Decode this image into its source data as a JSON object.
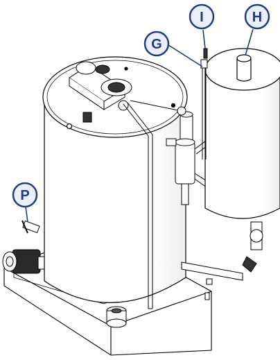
{
  "callouts": {
    "g": "G",
    "h": "H",
    "i": "I",
    "p": "P"
  },
  "colors": {
    "callout_ring": "#1f3b82",
    "callout_fill": "#e9eef8",
    "outline": "#000000",
    "leader": "#1f3b82"
  }
}
